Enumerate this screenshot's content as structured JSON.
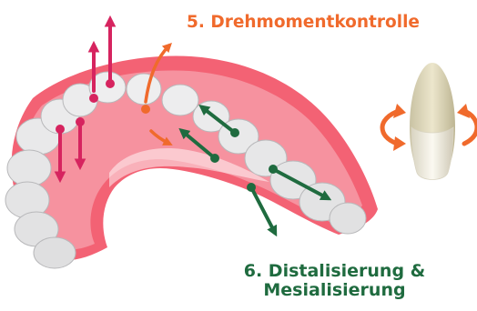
{
  "labels": {
    "torque": "5. Drehmomentkontrolle",
    "dist_line1": "6. Distalisierung &",
    "dist_line2": "Mesialisierung"
  },
  "colors": {
    "torque_accent": "#f06a2c",
    "distalization_accent": "#1f6b3f",
    "vertical_arrows": "#d6245f",
    "gum": "#ef4f63",
    "teeth": "#e9e9ea"
  },
  "icons": [
    "aligner-tray-illustration",
    "single-tooth-illustration",
    "rotate-arrows-icon",
    "up-arrow-icon",
    "down-arrow-icon",
    "move-arrow-icon"
  ]
}
